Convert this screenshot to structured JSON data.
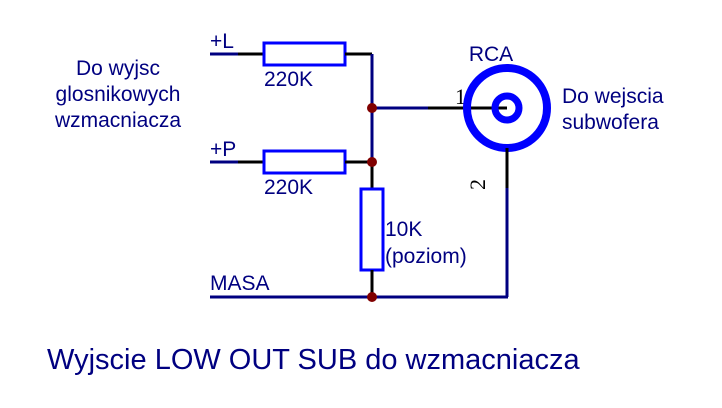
{
  "diagram": {
    "title": "Wyjscie LOW OUT SUB do wzmacniacza",
    "input_label_lines": [
      "Do wyjsc",
      "glosnikowych",
      "wzmacniacza"
    ],
    "output_label_lines": [
      "Do wejscia",
      "subwofera"
    ],
    "nets": {
      "left": "+L",
      "right": "+P",
      "ground": "MASA"
    },
    "components": {
      "r_left": {
        "value": "220K"
      },
      "r_right": {
        "value": "220K"
      },
      "r_level": {
        "value": "10K",
        "note": "(poziom)"
      },
      "connector": {
        "name": "RCA",
        "pin1": "1",
        "pin2": "2"
      }
    },
    "colors": {
      "text": "#000080",
      "wire": "#000080",
      "lead": "#000000",
      "component": "#0000ff",
      "junction": "#800000",
      "background": "#ffffff"
    }
  }
}
